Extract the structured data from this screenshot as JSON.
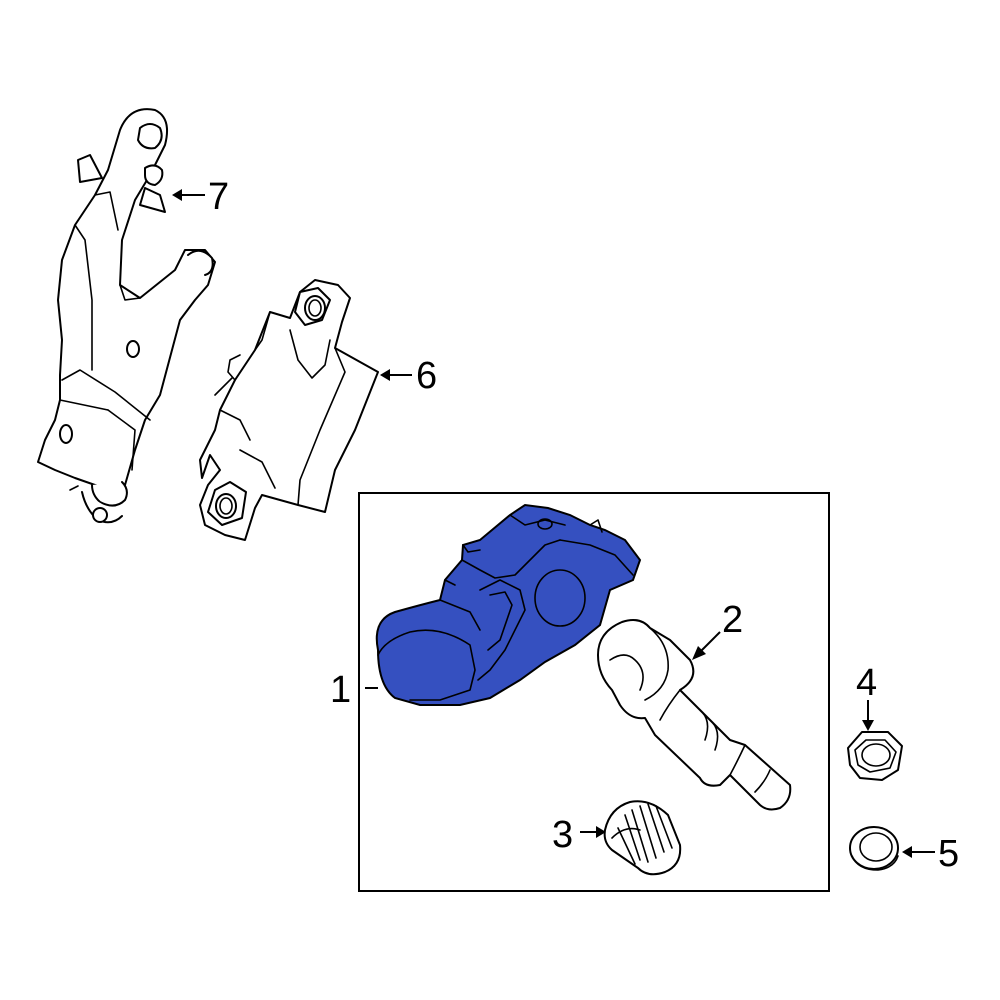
{
  "diagram": {
    "highlight_color": "#3550c0",
    "highlight_dark": "#1f2f8a",
    "line_color": "#000000",
    "background": "#ffffff",
    "callouts": [
      {
        "id": "1",
        "label": "1",
        "part": "tpms-sensor"
      },
      {
        "id": "2",
        "label": "2",
        "part": "valve-stem"
      },
      {
        "id": "3",
        "label": "3",
        "part": "valve-cap"
      },
      {
        "id": "4",
        "label": "4",
        "part": "nut"
      },
      {
        "id": "5",
        "label": "5",
        "part": "seal-washer"
      },
      {
        "id": "6",
        "label": "6",
        "part": "receiver-module"
      },
      {
        "id": "7",
        "label": "7",
        "part": "mounting-bracket"
      }
    ]
  }
}
